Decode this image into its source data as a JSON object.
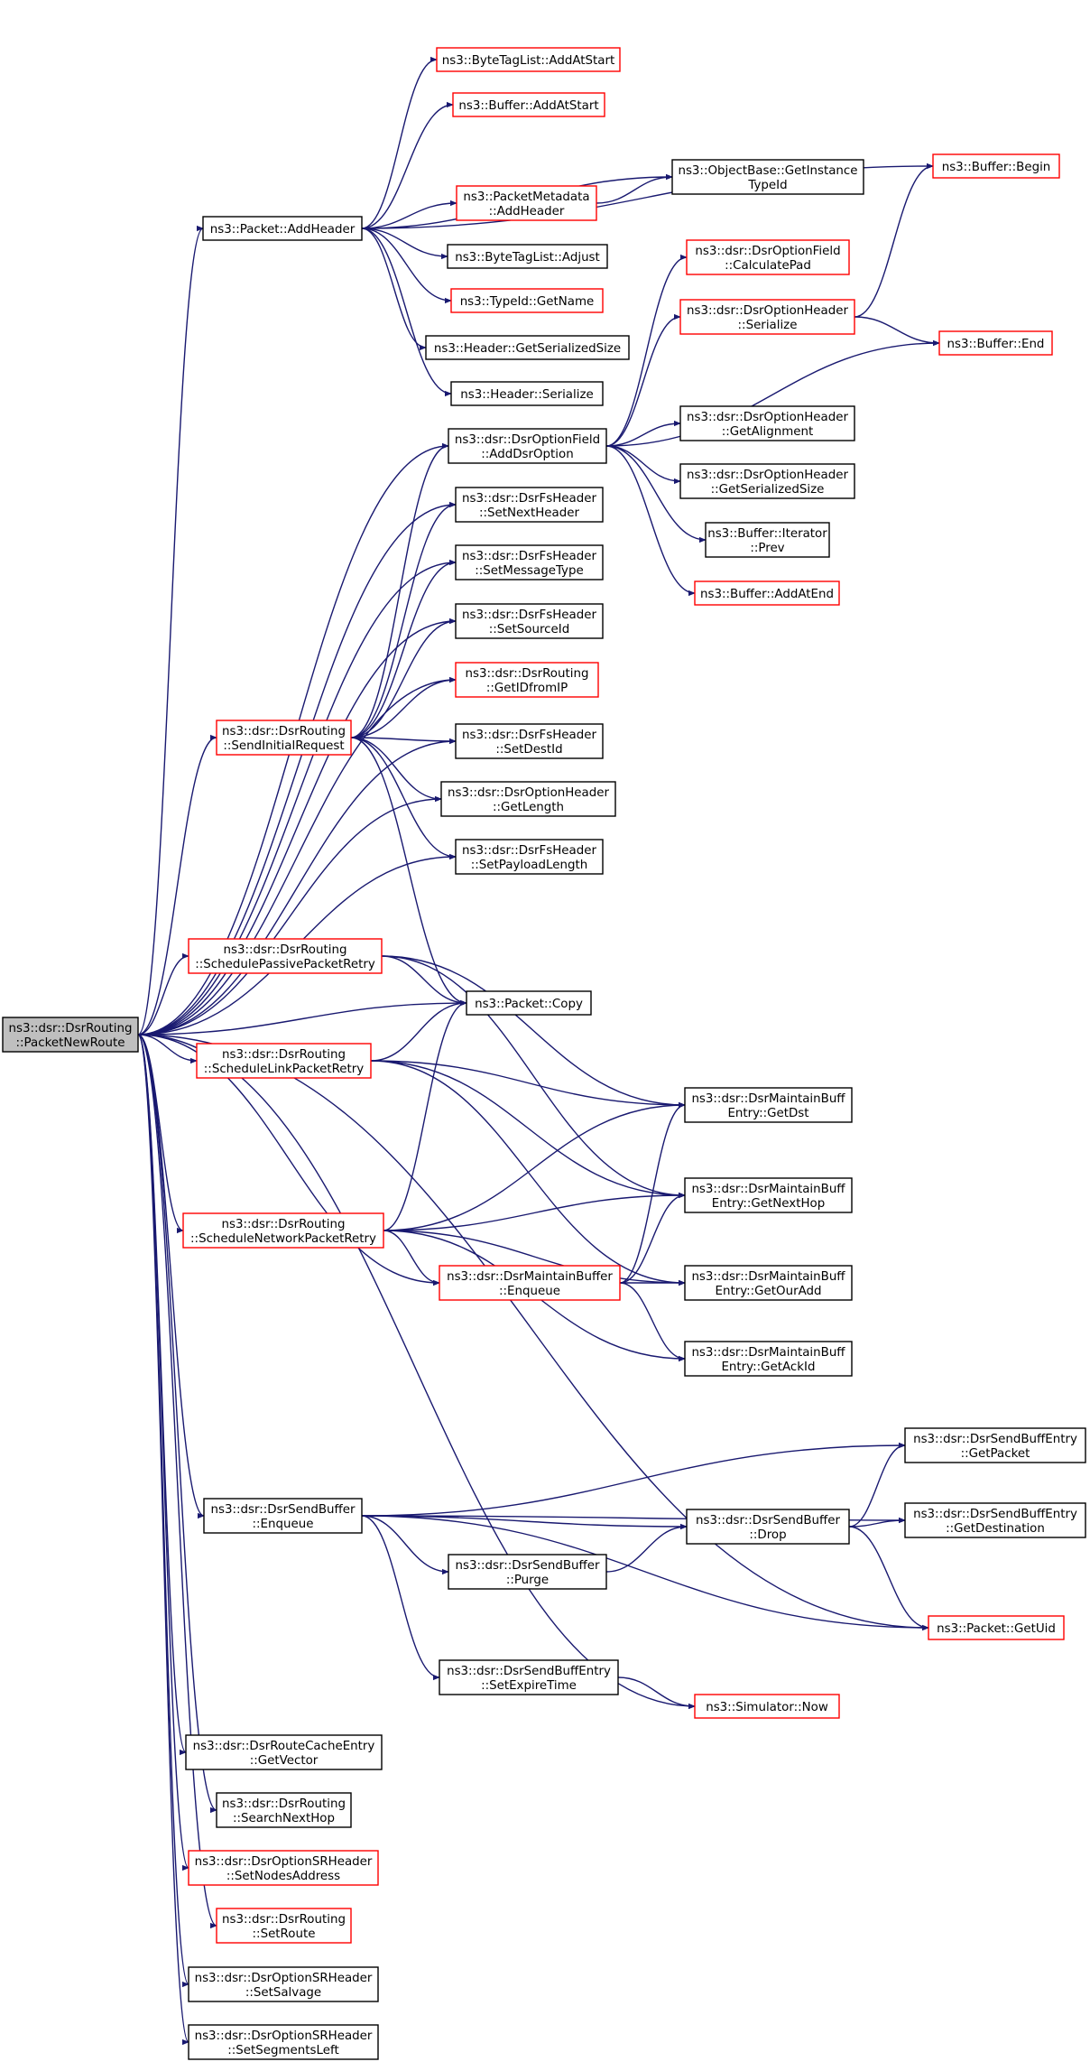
{
  "colors": {
    "edge": "#191970",
    "border_default": "#000000",
    "border_truncated": "#ff0000",
    "root_fill": "#bfbfbf",
    "node_fill": "#ffffff"
  },
  "nodes": [
    {
      "id": "root",
      "lines": [
        "ns3::dsr::DsrRouting",
        "::PacketNewRoute"
      ],
      "style": "root"
    },
    {
      "id": "addheader",
      "lines": [
        "ns3::Packet::AddHeader"
      ],
      "style": "normal"
    },
    {
      "id": "btl_addatstart",
      "lines": [
        "ns3::ByteTagList::AddAtStart"
      ],
      "style": "red"
    },
    {
      "id": "buf_addatstart",
      "lines": [
        "ns3::Buffer::AddAtStart"
      ],
      "style": "red"
    },
    {
      "id": "getinstancetypeid",
      "lines": [
        "ns3::ObjectBase::GetInstance",
        "TypeId"
      ],
      "style": "normal"
    },
    {
      "id": "buf_begin",
      "lines": [
        "ns3::Buffer::Begin"
      ],
      "style": "red"
    },
    {
      "id": "pm_addheader",
      "lines": [
        "ns3::PacketMetadata",
        "::AddHeader"
      ],
      "style": "red"
    },
    {
      "id": "btl_adjust",
      "lines": [
        "ns3::ByteTagList::Adjust"
      ],
      "style": "normal"
    },
    {
      "id": "typeid_getname",
      "lines": [
        "ns3::TypeId::GetName"
      ],
      "style": "red"
    },
    {
      "id": "hdr_getsersize",
      "lines": [
        "ns3::Header::GetSerializedSize"
      ],
      "style": "normal"
    },
    {
      "id": "hdr_serialize",
      "lines": [
        "ns3::Header::Serialize"
      ],
      "style": "normal"
    },
    {
      "id": "of_calcpad",
      "lines": [
        "ns3::dsr::DsrOptionField",
        "::CalculatePad"
      ],
      "style": "red"
    },
    {
      "id": "oh_serialize",
      "lines": [
        "ns3::dsr::DsrOptionHeader",
        "::Serialize"
      ],
      "style": "red"
    },
    {
      "id": "buf_end",
      "lines": [
        "ns3::Buffer::End"
      ],
      "style": "red"
    },
    {
      "id": "of_adddsroption",
      "lines": [
        "ns3::dsr::DsrOptionField",
        "::AddDsrOption"
      ],
      "style": "normal"
    },
    {
      "id": "oh_getalignment",
      "lines": [
        "ns3::dsr::DsrOptionHeader",
        "::GetAlignment"
      ],
      "style": "normal"
    },
    {
      "id": "oh_getsersize",
      "lines": [
        "ns3::dsr::DsrOptionHeader",
        "::GetSerializedSize"
      ],
      "style": "normal"
    },
    {
      "id": "bufit_prev",
      "lines": [
        "ns3::Buffer::Iterator",
        "::Prev"
      ],
      "style": "normal"
    },
    {
      "id": "buf_addatend",
      "lines": [
        "ns3::Buffer::AddAtEnd"
      ],
      "style": "red"
    },
    {
      "id": "fs_setnextheader",
      "lines": [
        "ns3::dsr::DsrFsHeader",
        "::SetNextHeader"
      ],
      "style": "normal"
    },
    {
      "id": "fs_setmessagetype",
      "lines": [
        "ns3::dsr::DsrFsHeader",
        "::SetMessageType"
      ],
      "style": "normal"
    },
    {
      "id": "fs_setsourceid",
      "lines": [
        "ns3::dsr::DsrFsHeader",
        "::SetSourceId"
      ],
      "style": "normal"
    },
    {
      "id": "dr_getidfromip",
      "lines": [
        "ns3::dsr::DsrRouting",
        "::GetIDfromIP"
      ],
      "style": "red"
    },
    {
      "id": "dr_sendinitialrequest",
      "lines": [
        "ns3::dsr::DsrRouting",
        "::SendInitialRequest"
      ],
      "style": "red"
    },
    {
      "id": "fs_setdestid",
      "lines": [
        "ns3::dsr::DsrFsHeader",
        "::SetDestId"
      ],
      "style": "normal"
    },
    {
      "id": "oh_getlength",
      "lines": [
        "ns3::dsr::DsrOptionHeader",
        "::GetLength"
      ],
      "style": "normal"
    },
    {
      "id": "fs_setpayloadlength",
      "lines": [
        "ns3::dsr::DsrFsHeader",
        "::SetPayloadLength"
      ],
      "style": "normal"
    },
    {
      "id": "dr_schedpassive",
      "lines": [
        "ns3::dsr::DsrRouting",
        "::SchedulePassivePacketRetry"
      ],
      "style": "red"
    },
    {
      "id": "packet_copy",
      "lines": [
        "ns3::Packet::Copy"
      ],
      "style": "normal"
    },
    {
      "id": "dr_schedlink",
      "lines": [
        "ns3::dsr::DsrRouting",
        "::ScheduleLinkPacketRetry"
      ],
      "style": "red"
    },
    {
      "id": "mbe_getdst",
      "lines": [
        "ns3::dsr::DsrMaintainBuff",
        "Entry::GetDst"
      ],
      "style": "normal"
    },
    {
      "id": "mbe_getnexthop",
      "lines": [
        "ns3::dsr::DsrMaintainBuff",
        "Entry::GetNextHop"
      ],
      "style": "normal"
    },
    {
      "id": "dr_schednetwork",
      "lines": [
        "ns3::dsr::DsrRouting",
        "::ScheduleNetworkPacketRetry"
      ],
      "style": "red"
    },
    {
      "id": "mb_enqueue",
      "lines": [
        "ns3::dsr::DsrMaintainBuffer",
        "::Enqueue"
      ],
      "style": "red"
    },
    {
      "id": "mbe_getouradd",
      "lines": [
        "ns3::dsr::DsrMaintainBuff",
        "Entry::GetOurAdd"
      ],
      "style": "normal"
    },
    {
      "id": "mbe_getackid",
      "lines": [
        "ns3::dsr::DsrMaintainBuff",
        "Entry::GetAckId"
      ],
      "style": "normal"
    },
    {
      "id": "sbe_getpacket",
      "lines": [
        "ns3::dsr::DsrSendBuffEntry",
        "::GetPacket"
      ],
      "style": "normal"
    },
    {
      "id": "sb_enqueue",
      "lines": [
        "ns3::dsr::DsrSendBuffer",
        "::Enqueue"
      ],
      "style": "normal"
    },
    {
      "id": "sb_drop",
      "lines": [
        "ns3::dsr::DsrSendBuffer",
        "::Drop"
      ],
      "style": "normal"
    },
    {
      "id": "sbe_getdestination",
      "lines": [
        "ns3::dsr::DsrSendBuffEntry",
        "::GetDestination"
      ],
      "style": "normal"
    },
    {
      "id": "sb_purge",
      "lines": [
        "ns3::dsr::DsrSendBuffer",
        "::Purge"
      ],
      "style": "normal"
    },
    {
      "id": "packet_getuid",
      "lines": [
        "ns3::Packet::GetUid"
      ],
      "style": "red"
    },
    {
      "id": "sbe_setexpiretime",
      "lines": [
        "ns3::dsr::DsrSendBuffEntry",
        "::SetExpireTime"
      ],
      "style": "normal"
    },
    {
      "id": "sim_now",
      "lines": [
        "ns3::Simulator::Now"
      ],
      "style": "red"
    },
    {
      "id": "rce_getvector",
      "lines": [
        "ns3::dsr::DsrRouteCacheEntry",
        "::GetVector"
      ],
      "style": "normal"
    },
    {
      "id": "dr_searchnexthop",
      "lines": [
        "ns3::dsr::DsrRouting",
        "::SearchNextHop"
      ],
      "style": "normal"
    },
    {
      "id": "sr_setnodesaddress",
      "lines": [
        "ns3::dsr::DsrOptionSRHeader",
        "::SetNodesAddress"
      ],
      "style": "red"
    },
    {
      "id": "dr_setroute",
      "lines": [
        "ns3::dsr::DsrRouting",
        "::SetRoute"
      ],
      "style": "red"
    },
    {
      "id": "sr_setsalvage",
      "lines": [
        "ns3::dsr::DsrOptionSRHeader",
        "::SetSalvage"
      ],
      "style": "normal"
    },
    {
      "id": "sr_setsegmentsleft",
      "lines": [
        "ns3::dsr::DsrOptionSRHeader",
        "::SetSegmentsLeft"
      ],
      "style": "normal"
    }
  ],
  "edges": [
    [
      "root",
      "addheader"
    ],
    [
      "root",
      "of_adddsroption"
    ],
    [
      "root",
      "fs_setnextheader"
    ],
    [
      "root",
      "fs_setmessagetype"
    ],
    [
      "root",
      "fs_setsourceid"
    ],
    [
      "root",
      "dr_getidfromip"
    ],
    [
      "root",
      "dr_sendinitialrequest"
    ],
    [
      "root",
      "fs_setdestid"
    ],
    [
      "root",
      "oh_getlength"
    ],
    [
      "root",
      "fs_setpayloadlength"
    ],
    [
      "root",
      "dr_schedpassive"
    ],
    [
      "root",
      "packet_copy"
    ],
    [
      "root",
      "dr_schedlink"
    ],
    [
      "root",
      "dr_schednetwork"
    ],
    [
      "root",
      "mb_enqueue"
    ],
    [
      "root",
      "sb_enqueue"
    ],
    [
      "root",
      "sim_now"
    ],
    [
      "root",
      "packet_getuid"
    ],
    [
      "root",
      "rce_getvector"
    ],
    [
      "root",
      "dr_searchnexthop"
    ],
    [
      "root",
      "sr_setnodesaddress"
    ],
    [
      "root",
      "dr_setroute"
    ],
    [
      "root",
      "sr_setsalvage"
    ],
    [
      "root",
      "sr_setsegmentsleft"
    ],
    [
      "addheader",
      "buf_begin"
    ],
    [
      "addheader",
      "btl_addatstart"
    ],
    [
      "addheader",
      "buf_addatstart"
    ],
    [
      "addheader",
      "getinstancetypeid"
    ],
    [
      "addheader",
      "pm_addheader"
    ],
    [
      "addheader",
      "btl_adjust"
    ],
    [
      "addheader",
      "typeid_getname"
    ],
    [
      "addheader",
      "hdr_getsersize"
    ],
    [
      "addheader",
      "hdr_serialize"
    ],
    [
      "pm_addheader",
      "getinstancetypeid"
    ],
    [
      "of_adddsroption",
      "of_calcpad"
    ],
    [
      "of_adddsroption",
      "oh_serialize"
    ],
    [
      "of_adddsroption",
      "buf_end"
    ],
    [
      "of_adddsroption",
      "oh_getalignment"
    ],
    [
      "of_adddsroption",
      "oh_getsersize"
    ],
    [
      "of_adddsroption",
      "bufit_prev"
    ],
    [
      "of_adddsroption",
      "buf_addatend"
    ],
    [
      "oh_serialize",
      "buf_begin"
    ],
    [
      "oh_serialize",
      "buf_end"
    ],
    [
      "dr_sendinitialrequest",
      "of_adddsroption"
    ],
    [
      "dr_sendinitialrequest",
      "fs_setnextheader"
    ],
    [
      "dr_sendinitialrequest",
      "fs_setmessagetype"
    ],
    [
      "dr_sendinitialrequest",
      "fs_setsourceid"
    ],
    [
      "dr_sendinitialrequest",
      "dr_getidfromip"
    ],
    [
      "dr_sendinitialrequest",
      "fs_setdestid"
    ],
    [
      "dr_sendinitialrequest",
      "oh_getlength"
    ],
    [
      "dr_sendinitialrequest",
      "fs_setpayloadlength"
    ],
    [
      "dr_sendinitialrequest",
      "packet_copy"
    ],
    [
      "dr_schedpassive",
      "packet_copy"
    ],
    [
      "dr_schedpassive",
      "mbe_getdst"
    ],
    [
      "dr_schedpassive",
      "mbe_getnexthop"
    ],
    [
      "dr_schedlink",
      "packet_copy"
    ],
    [
      "dr_schedlink",
      "mbe_getdst"
    ],
    [
      "dr_schedlink",
      "mbe_getnexthop"
    ],
    [
      "dr_schedlink",
      "mbe_getouradd"
    ],
    [
      "dr_schednetwork",
      "packet_copy"
    ],
    [
      "dr_schednetwork",
      "mbe_getdst"
    ],
    [
      "dr_schednetwork",
      "mbe_getnexthop"
    ],
    [
      "dr_schednetwork",
      "mb_enqueue"
    ],
    [
      "dr_schednetwork",
      "mbe_getouradd"
    ],
    [
      "dr_schednetwork",
      "mbe_getackid"
    ],
    [
      "mb_enqueue",
      "mbe_getdst"
    ],
    [
      "mb_enqueue",
      "mbe_getnexthop"
    ],
    [
      "mb_enqueue",
      "mbe_getouradd"
    ],
    [
      "mb_enqueue",
      "mbe_getackid"
    ],
    [
      "sb_enqueue",
      "sbe_getpacket"
    ],
    [
      "sb_enqueue",
      "sbe_getdestination"
    ],
    [
      "sb_enqueue",
      "sb_drop"
    ],
    [
      "sb_enqueue",
      "sb_purge"
    ],
    [
      "sb_enqueue",
      "packet_getuid"
    ],
    [
      "sb_enqueue",
      "sbe_setexpiretime"
    ],
    [
      "sb_drop",
      "sbe_getpacket"
    ],
    [
      "sb_drop",
      "sbe_getdestination"
    ],
    [
      "sb_drop",
      "packet_getuid"
    ],
    [
      "sb_purge",
      "sb_drop"
    ],
    [
      "sbe_setexpiretime",
      "sim_now"
    ]
  ]
}
